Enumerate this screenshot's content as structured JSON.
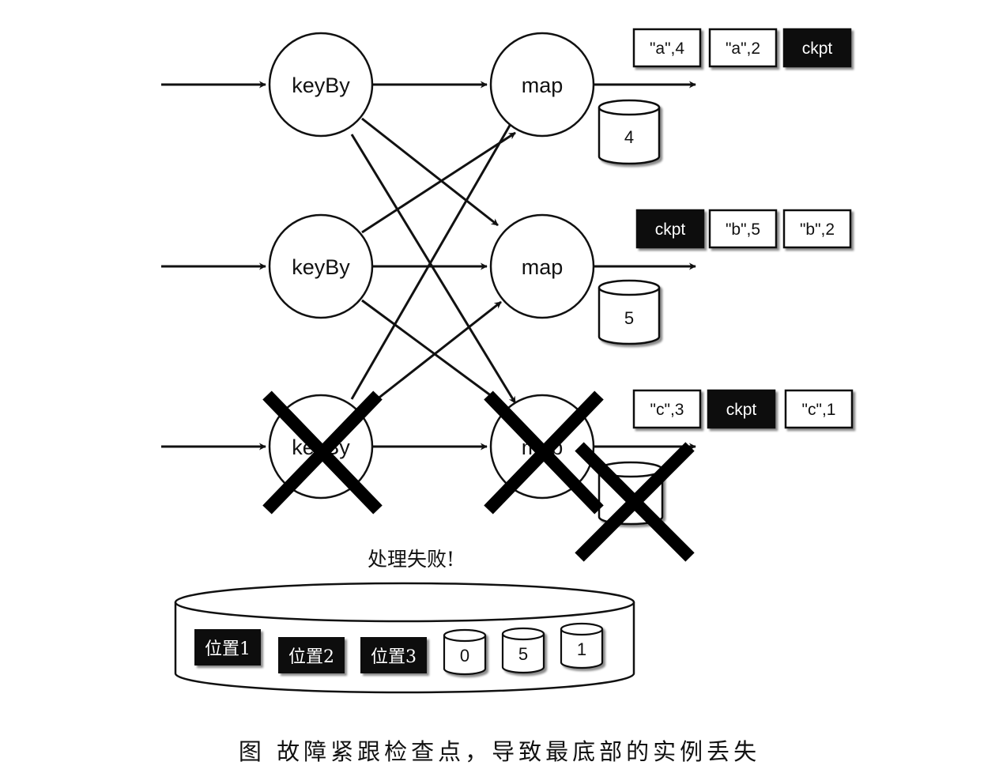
{
  "nodes": {
    "keyby_label": "keyBy",
    "map_label": "map"
  },
  "states": {
    "top": "4",
    "middle": "5"
  },
  "outputs": {
    "top": [
      "\"a\",4",
      "\"a\",2",
      "ckpt"
    ],
    "middle": [
      "ckpt",
      "\"b\",5",
      "\"b\",2"
    ],
    "bottom": [
      "\"c\",3",
      "ckpt",
      "\"c\",1"
    ]
  },
  "failure_text": "处理失败!",
  "storage": {
    "positions": [
      "位置1",
      "位置2",
      "位置3"
    ],
    "values": [
      "0",
      "5",
      "1"
    ]
  },
  "caption": "图 故障紧跟检查点，导致最底部的实例丢失",
  "colors": {
    "stroke": "#111111",
    "ckpt_fill": "#0d0d0d",
    "box_fill": "#ffffff"
  }
}
